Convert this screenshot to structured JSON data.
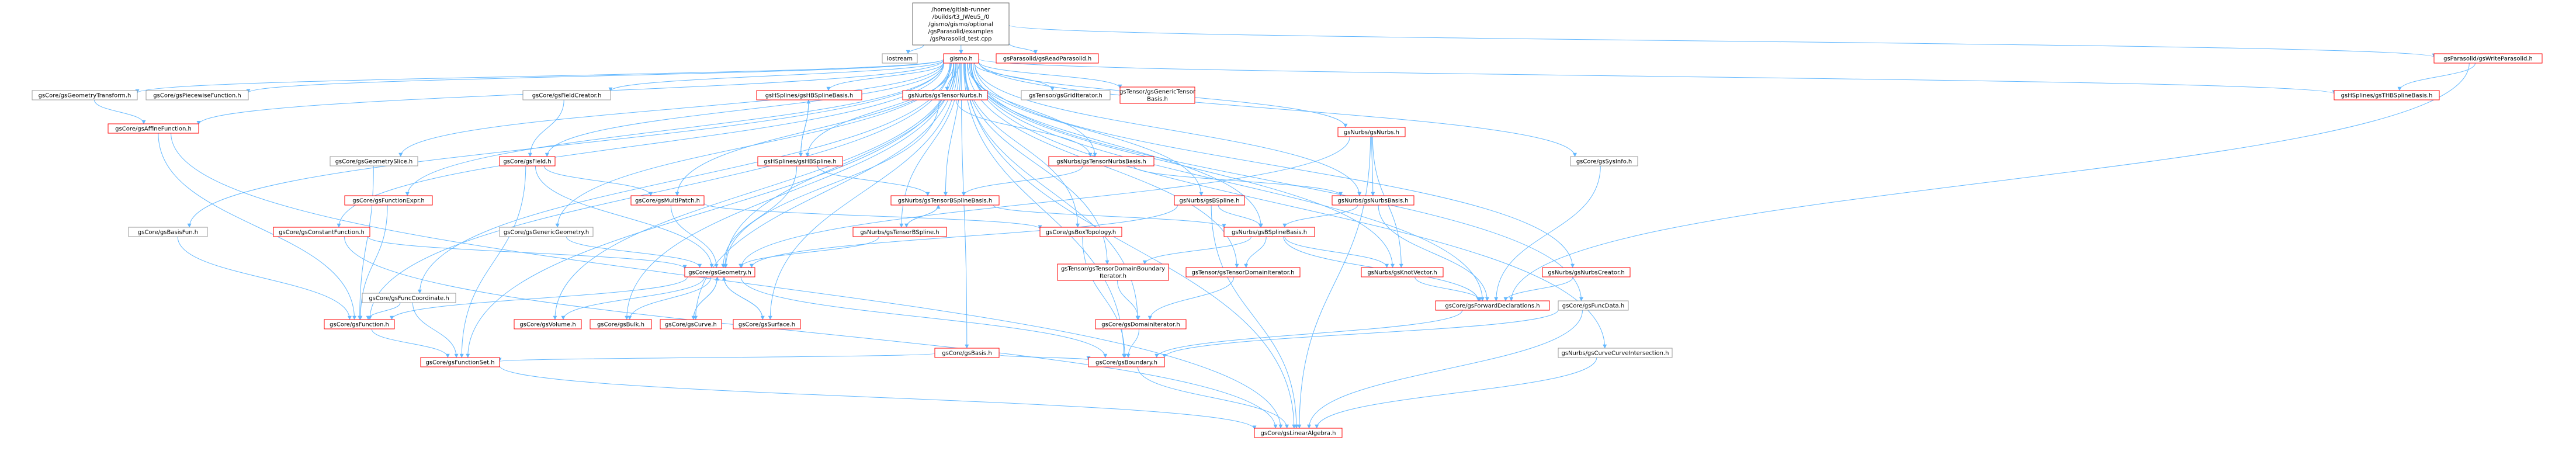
{
  "colors": {
    "edge": "#63b8ff",
    "root_fill": "#999999",
    "root_border": "#666666",
    "plain_border": "#999999",
    "link_border": "#ff0000",
    "text": "#000000"
  },
  "nodes": [
    {
      "id": "root",
      "lines": [
        "/home/gitlab-runner",
        "/builds/t3_JWeu5_/0",
        "/gismo/gismo/optional",
        "/gsParasolid/examples",
        "/gsParasolid_test.cpp"
      ],
      "kind": "root"
    },
    {
      "id": "iostream",
      "lines": [
        "iostream"
      ],
      "kind": "ext"
    },
    {
      "id": "gismo_h",
      "lines": [
        "gismo.h"
      ],
      "kind": "link"
    },
    {
      "id": "readpara",
      "lines": [
        "gsParasolid/gsReadParasolid.h"
      ],
      "kind": "link"
    },
    {
      "id": "writepara",
      "lines": [
        "gsParasolid/gsWriteParasolid.h"
      ],
      "kind": "link"
    },
    {
      "id": "geomtrans",
      "lines": [
        "gsCore/gsGeometryTransform.h"
      ],
      "kind": "plain"
    },
    {
      "id": "piecewise",
      "lines": [
        "gsCore/gsPiecewiseFunction.h"
      ],
      "kind": "plain"
    },
    {
      "id": "fieldcreator",
      "lines": [
        "gsCore/gsFieldCreator.h"
      ],
      "kind": "plain"
    },
    {
      "id": "hbsbasis",
      "lines": [
        "gsHSplines/gsHBSplineBasis.h"
      ],
      "kind": "link"
    },
    {
      "id": "tensornurbs",
      "lines": [
        "gsNurbs/gsTensorNurbs.h"
      ],
      "kind": "link"
    },
    {
      "id": "griditer",
      "lines": [
        "gsTensor/gsGridIterator.h"
      ],
      "kind": "plain"
    },
    {
      "id": "gentensor",
      "lines": [
        "gsTensor/gsGenericTensor",
        "Basis.h"
      ],
      "kind": "link"
    },
    {
      "id": "nurbs_h",
      "lines": [
        "gsNurbs/gsNurbs.h"
      ],
      "kind": "link"
    },
    {
      "id": "thbbasis",
      "lines": [
        "gsHSplines/gsTHBSplineBasis.h"
      ],
      "kind": "link"
    },
    {
      "id": "affine",
      "lines": [
        "gsCore/gsAffineFunction.h"
      ],
      "kind": "link"
    },
    {
      "id": "geomslice",
      "lines": [
        "gsCore/gsGeometrySlice.h"
      ],
      "kind": "plain"
    },
    {
      "id": "field_h",
      "lines": [
        "gsCore/gsField.h"
      ],
      "kind": "link"
    },
    {
      "id": "hbspline",
      "lines": [
        "gsHSplines/gsHBSpline.h"
      ],
      "kind": "link"
    },
    {
      "id": "tensornurbsbasis",
      "lines": [
        "gsNurbs/gsTensorNurbsBasis.h"
      ],
      "kind": "link"
    },
    {
      "id": "bspline_h",
      "lines": [
        "gsNurbs/gsBSpline.h"
      ],
      "kind": "link"
    },
    {
      "id": "nurbsbasis",
      "lines": [
        "gsNurbs/gsNurbsBasis.h"
      ],
      "kind": "link"
    },
    {
      "id": "sysinfo",
      "lines": [
        "gsCore/gsSysInfo.h"
      ],
      "kind": "plain"
    },
    {
      "id": "funcexpr",
      "lines": [
        "gsCore/gsFunctionExpr.h"
      ],
      "kind": "link"
    },
    {
      "id": "multipatch",
      "lines": [
        "gsCore/gsMultiPatch.h"
      ],
      "kind": "link"
    },
    {
      "id": "tensorbsbasis",
      "lines": [
        "gsNurbs/gsTensorBSplineBasis.h"
      ],
      "kind": "link"
    },
    {
      "id": "basisfun",
      "lines": [
        "gsCore/gsBasisFun.h"
      ],
      "kind": "plain"
    },
    {
      "id": "constfunc",
      "lines": [
        "gsCore/gsConstantFunction.h"
      ],
      "kind": "link"
    },
    {
      "id": "genericgeom",
      "lines": [
        "gsCore/gsGenericGeometry.h"
      ],
      "kind": "plain"
    },
    {
      "id": "tensorbspline",
      "lines": [
        "gsNurbs/gsTensorBSpline.h"
      ],
      "kind": "link"
    },
    {
      "id": "boxtopo",
      "lines": [
        "gsCore/gsBoxTopology.h"
      ],
      "kind": "link"
    },
    {
      "id": "bsbasis",
      "lines": [
        "gsNurbs/gsBSplineBasis.h"
      ],
      "kind": "link"
    },
    {
      "id": "tdbiter",
      "lines": [
        "gsTensor/gsTensorDomainBoundary",
        "Iterator.h"
      ],
      "kind": "link"
    },
    {
      "id": "tditer",
      "lines": [
        "gsTensor/gsTensorDomainIterator.h"
      ],
      "kind": "link"
    },
    {
      "id": "knotvec",
      "lines": [
        "gsNurbs/gsKnotVector.h"
      ],
      "kind": "link"
    },
    {
      "id": "nurbscreator",
      "lines": [
        "gsNurbs/gsNurbsCreator.h"
      ],
      "kind": "link"
    },
    {
      "id": "geometry_h",
      "lines": [
        "gsCore/gsGeometry.h"
      ],
      "kind": "link"
    },
    {
      "id": "funccoord",
      "lines": [
        "gsCore/gsFuncCoordinate.h"
      ],
      "kind": "plain"
    },
    {
      "id": "fwddecl",
      "lines": [
        "gsCore/gsForwardDeclarations.h"
      ],
      "kind": "link"
    },
    {
      "id": "funcdata",
      "lines": [
        "gsCore/gsFuncData.h"
      ],
      "kind": "plain"
    },
    {
      "id": "function_h",
      "lines": [
        "gsCore/gsFunction.h"
      ],
      "kind": "link"
    },
    {
      "id": "volume_h",
      "lines": [
        "gsCore/gsVolume.h"
      ],
      "kind": "link"
    },
    {
      "id": "bulk_h",
      "lines": [
        "gsCore/gsBulk.h"
      ],
      "kind": "link"
    },
    {
      "id": "curve_h",
      "lines": [
        "gsCore/gsCurve.h"
      ],
      "kind": "link"
    },
    {
      "id": "surface_h",
      "lines": [
        "gsCore/gsSurface.h"
      ],
      "kind": "link"
    },
    {
      "id": "basis_h",
      "lines": [
        "gsCore/gsBasis.h"
      ],
      "kind": "link"
    },
    {
      "id": "domainiter",
      "lines": [
        "gsCore/gsDomainIterator.h"
      ],
      "kind": "link"
    },
    {
      "id": "boundary_h",
      "lines": [
        "gsCore/gsBoundary.h"
      ],
      "kind": "link"
    },
    {
      "id": "funcset",
      "lines": [
        "gsCore/gsFunctionSet.h"
      ],
      "kind": "link"
    },
    {
      "id": "curvecurve",
      "lines": [
        "gsNurbs/gsCurveCurveIntersection.h"
      ],
      "kind": "plain"
    },
    {
      "id": "linalg",
      "lines": [
        "gsCore/gsLinearAlgebra.h"
      ],
      "kind": "link"
    }
  ],
  "edges": [
    [
      "root",
      "iostream"
    ],
    [
      "root",
      "gismo_h"
    ],
    [
      "root",
      "readpara"
    ],
    [
      "root",
      "writepara"
    ],
    [
      "writepara",
      "thbbasis"
    ],
    [
      "writepara",
      "fwddecl"
    ],
    [
      "gismo_h",
      "geomtrans"
    ],
    [
      "gismo_h",
      "piecewise"
    ],
    [
      "gismo_h",
      "fieldcreator"
    ],
    [
      "gismo_h",
      "hbsbasis"
    ],
    [
      "gismo_h",
      "tensornurbs"
    ],
    [
      "gismo_h",
      "griditer"
    ],
    [
      "gismo_h",
      "gentensor"
    ],
    [
      "gismo_h",
      "nurbs_h"
    ],
    [
      "gismo_h",
      "thbbasis"
    ],
    [
      "gismo_h",
      "affine"
    ],
    [
      "gismo_h",
      "geomslice"
    ],
    [
      "gismo_h",
      "field_h"
    ],
    [
      "gismo_h",
      "hbspline"
    ],
    [
      "gismo_h",
      "tensornurbsbasis"
    ],
    [
      "gismo_h",
      "bspline_h"
    ],
    [
      "gismo_h",
      "nurbsbasis"
    ],
    [
      "gismo_h",
      "sysinfo"
    ],
    [
      "gismo_h",
      "funcexpr"
    ],
    [
      "gismo_h",
      "multipatch"
    ],
    [
      "gismo_h",
      "tensorbsbasis"
    ],
    [
      "gismo_h",
      "basisfun"
    ],
    [
      "gismo_h",
      "constfunc"
    ],
    [
      "gismo_h",
      "genericgeom"
    ],
    [
      "gismo_h",
      "tensorbspline"
    ],
    [
      "gismo_h",
      "boxtopo"
    ],
    [
      "gismo_h",
      "bsbasis"
    ],
    [
      "gismo_h",
      "tdbiter"
    ],
    [
      "gismo_h",
      "tditer"
    ],
    [
      "gismo_h",
      "knotvec"
    ],
    [
      "gismo_h",
      "nurbscreator"
    ],
    [
      "gismo_h",
      "geometry_h"
    ],
    [
      "gismo_h",
      "funccoord"
    ],
    [
      "gismo_h",
      "fwddecl"
    ],
    [
      "gismo_h",
      "funcdata"
    ],
    [
      "gismo_h",
      "function_h"
    ],
    [
      "gismo_h",
      "volume_h"
    ],
    [
      "gismo_h",
      "bulk_h"
    ],
    [
      "gismo_h",
      "curve_h"
    ],
    [
      "gismo_h",
      "surface_h"
    ],
    [
      "gismo_h",
      "basis_h"
    ],
    [
      "gismo_h",
      "domainiter"
    ],
    [
      "gismo_h",
      "boundary_h"
    ],
    [
      "gismo_h",
      "funcset"
    ],
    [
      "gismo_h",
      "curvecurve"
    ],
    [
      "gismo_h",
      "linalg"
    ],
    [
      "geomtrans",
      "affine"
    ],
    [
      "affine",
      "function_h"
    ],
    [
      "affine",
      "linalg"
    ],
    [
      "geomslice",
      "function_h"
    ],
    [
      "fieldcreator",
      "field_h"
    ],
    [
      "field_h",
      "multipatch"
    ],
    [
      "field_h",
      "geometry_h"
    ],
    [
      "field_h",
      "funcset"
    ],
    [
      "hbsbasis",
      "hbspline"
    ],
    [
      "hbspline",
      "hbsbasis"
    ],
    [
      "hbspline",
      "geometry_h"
    ],
    [
      "hbspline",
      "tensorbsbasis"
    ],
    [
      "tensornurbs",
      "tensornurbsbasis"
    ],
    [
      "tensornurbs",
      "geometry_h"
    ],
    [
      "tensornurbsbasis",
      "tensorbsbasis"
    ],
    [
      "tensornurbsbasis",
      "nurbsbasis"
    ],
    [
      "nurbs_h",
      "nurbsbasis"
    ],
    [
      "nurbs_h",
      "knotvec"
    ],
    [
      "nurbs_h",
      "geometry_h"
    ],
    [
      "nurbs_h",
      "linalg"
    ],
    [
      "bspline_h",
      "bsbasis"
    ],
    [
      "bspline_h",
      "geometry_h"
    ],
    [
      "bspline_h",
      "linalg"
    ],
    [
      "nurbsbasis",
      "bsbasis"
    ],
    [
      "nurbsbasis",
      "fwddecl"
    ],
    [
      "multipatch",
      "geometry_h"
    ],
    [
      "multipatch",
      "boxtopo"
    ],
    [
      "tensorbsbasis",
      "tensorbspline"
    ],
    [
      "tensorbsbasis",
      "bsbasis"
    ],
    [
      "tensorbspline",
      "tensorbsbasis"
    ],
    [
      "tensorbspline",
      "geometry_h"
    ],
    [
      "funcexpr",
      "function_h"
    ],
    [
      "basisfun",
      "function_h"
    ],
    [
      "constfunc",
      "geometry_h"
    ],
    [
      "constfunc",
      "linalg"
    ],
    [
      "genericgeom",
      "geometry_h"
    ],
    [
      "boxtopo",
      "boundary_h"
    ],
    [
      "bsbasis",
      "knotvec"
    ],
    [
      "bsbasis",
      "tdbiter"
    ],
    [
      "bsbasis",
      "tditer"
    ],
    [
      "bsbasis",
      "fwddecl"
    ],
    [
      "tdbiter",
      "domainiter"
    ],
    [
      "tditer",
      "domainiter"
    ],
    [
      "knotvec",
      "fwddecl"
    ],
    [
      "nurbscreator",
      "fwddecl"
    ],
    [
      "geometry_h",
      "function_h"
    ],
    [
      "geometry_h",
      "volume_h"
    ],
    [
      "geometry_h",
      "bulk_h"
    ],
    [
      "geometry_h",
      "curve_h"
    ],
    [
      "geometry_h",
      "surface_h"
    ],
    [
      "geometry_h",
      "boundary_h"
    ],
    [
      "curve_h",
      "geometry_h"
    ],
    [
      "surface_h",
      "geometry_h"
    ],
    [
      "funccoord",
      "function_h"
    ],
    [
      "funccoord",
      "funcset"
    ],
    [
      "function_h",
      "funcset"
    ],
    [
      "funcset",
      "linalg"
    ],
    [
      "basis_h",
      "funcset"
    ],
    [
      "basis_h",
      "boundary_h"
    ],
    [
      "domainiter",
      "boundary_h"
    ],
    [
      "boundary_h",
      "linalg"
    ],
    [
      "funcdata",
      "boundary_h"
    ],
    [
      "funcdata",
      "linalg"
    ],
    [
      "fwddecl",
      "boundary_h"
    ],
    [
      "sysinfo",
      "fwddecl"
    ],
    [
      "curvecurve",
      "linalg"
    ]
  ]
}
